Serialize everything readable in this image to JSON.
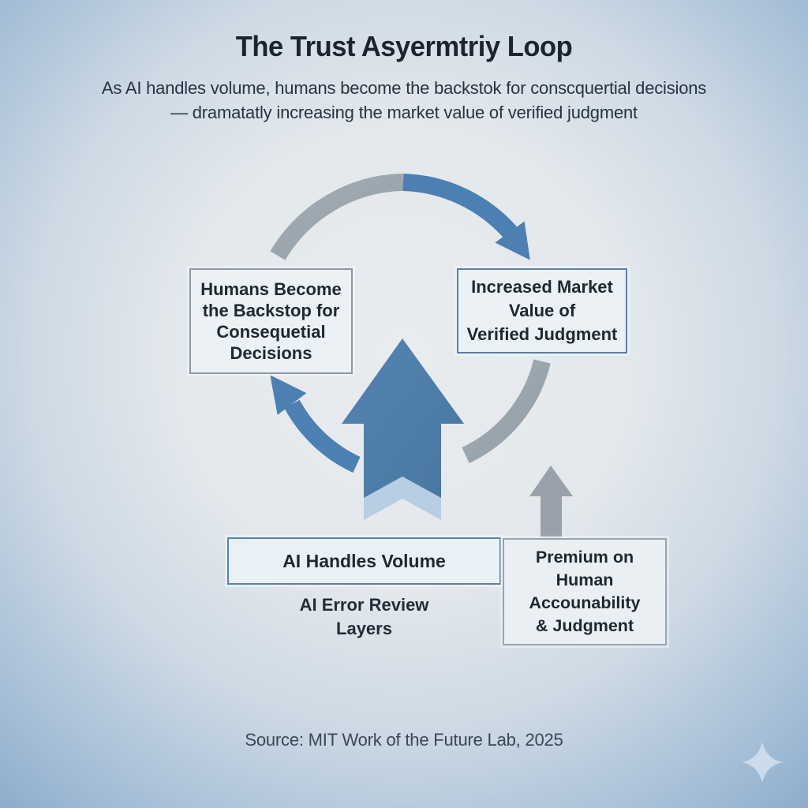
{
  "header": {
    "title": "The Trust Asyermtriy Loop",
    "subtitle_line1": "As AI handles volume, humans become the backstok for conscquertial decisions",
    "subtitle_line2": "— dramatatly increasing the market value of verified judgment"
  },
  "loop": {
    "left_box": {
      "lines": [
        "Humans Become",
        "the Backstop for",
        "Consequetial",
        "Decisions"
      ]
    },
    "right_box": {
      "lines": [
        "Increased Market",
        "Value of",
        "Verified Judgment"
      ]
    }
  },
  "bottom": {
    "volume_box_label": "AI Handles Volume",
    "error_review": {
      "lines": [
        "AI Error Review",
        "Layers"
      ]
    },
    "premium_box": {
      "lines": [
        "Premium on",
        "Human",
        "Accounability",
        "& Judgment"
      ]
    }
  },
  "footer": {
    "source": "Source: MIT Work of the Future Lab, 2025"
  },
  "icons": {
    "loop_arrows": "circular-loop-arrows",
    "center_arrow": "large-up-arrow",
    "premium_arrow": "small-up-arrow",
    "sparkle": "four-pointed-sparkle"
  },
  "colors": {
    "arc_blue": "#4c80b2",
    "arc_gray": "#9aa4ac",
    "center_arrow_blue": "#4d7dac",
    "center_arrow_light": "#b3cbe1",
    "small_arrow_gray": "#99a2aa",
    "box_fill": "#ecf1f6",
    "box_border_gray": "#8e99a3",
    "box_border_blue": "#5b7fa6",
    "background_center": "#e8ebee",
    "background_edge": "#8eaccb",
    "title_text": "#1c242f",
    "body_text": "#232d38",
    "source_text": "#3b4755",
    "sparkle_fill": "#cddcec"
  }
}
